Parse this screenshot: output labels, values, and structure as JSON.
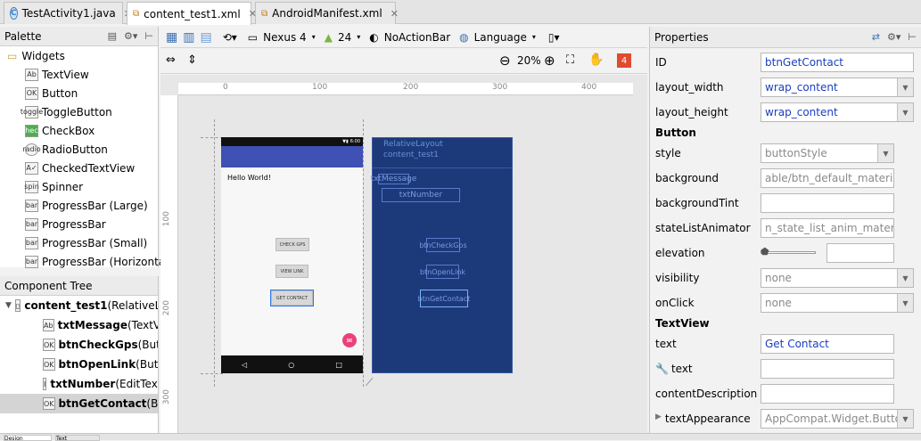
{
  "tabs": [
    {
      "label": "TestActivity1.java",
      "icon": "C",
      "color": "#3b80c8"
    },
    {
      "label": "content_test1.xml",
      "icon": "xml",
      "color": "#c07c22"
    },
    {
      "label": "AndroidManifest.xml",
      "icon": "xml",
      "color": "#c07c22"
    }
  ],
  "palette": {
    "title": "Palette",
    "group": "Widgets",
    "items": [
      {
        "icon": "Ab",
        "label": "TextView"
      },
      {
        "icon": "OK",
        "label": "Button"
      },
      {
        "icon": "toggle",
        "label": "ToggleButton"
      },
      {
        "icon": "check",
        "label": "CheckBox"
      },
      {
        "icon": "radio",
        "label": "RadioButton"
      },
      {
        "icon": "A✓",
        "label": "CheckedTextView"
      },
      {
        "icon": "spin",
        "label": "Spinner"
      },
      {
        "icon": "bar",
        "label": "ProgressBar (Large)"
      },
      {
        "icon": "bar",
        "label": "ProgressBar"
      },
      {
        "icon": "bar",
        "label": "ProgressBar (Small)"
      },
      {
        "icon": "bar",
        "label": "ProgressBar (Horizontal)"
      }
    ]
  },
  "tree": {
    "title": "Component Tree",
    "root": {
      "bold": "content_test1",
      "rest": " (RelativeL"
    },
    "items": [
      {
        "icon": "Ab",
        "bold": "txtMessage",
        "rest": " (TextVie"
      },
      {
        "icon": "OK",
        "bold": "btnCheckGps",
        "rest": " (Butto"
      },
      {
        "icon": "OK",
        "bold": "btnOpenLink",
        "rest": " (Butto"
      },
      {
        "icon": "I",
        "bold": "txtNumber",
        "rest": " (EditText"
      },
      {
        "icon": "OK",
        "bold": "btnGetContact",
        "rest": " (Butt"
      }
    ]
  },
  "toolbar": {
    "device": "Nexus 4",
    "api": "24",
    "theme": "NoActionBar",
    "language": "Language",
    "zoom": "20%"
  },
  "badge": "4",
  "ruler": {
    "h": [
      "0",
      "100",
      "200",
      "300",
      "400"
    ],
    "v": [
      "100",
      "200",
      "300"
    ]
  },
  "phone": {
    "hello": "Hello World!",
    "time": "6:00",
    "btn1": "CHECK GPS",
    "btn2": "VIEW LINK",
    "btn3": "GET CONTACT"
  },
  "blueprint": {
    "layout": "RelativeLayout",
    "name": "content_test1",
    "txtMessage": "txtMessage",
    "txtNumber": "txtNumber",
    "b1": "btnCheckGps",
    "b2": "btnOpenLink",
    "b3": "btnGetContact"
  },
  "properties": {
    "title": "Properties",
    "id_label": "ID",
    "id": "btnGetContact",
    "lw_label": "layout_width",
    "lw": "wrap_content",
    "lh_label": "layout_height",
    "lh": "wrap_content",
    "sec_button": "Button",
    "style_label": "style",
    "style": "buttonStyle",
    "bg_label": "background",
    "bg": "able/btn_default_material",
    "tint_label": "backgroundTint",
    "tint": "",
    "sla_label": "stateListAnimator",
    "sla": "n_state_list_anim_material",
    "elev_label": "elevation",
    "elev": "",
    "vis_label": "visibility",
    "vis": "none",
    "click_label": "onClick",
    "click": "none",
    "sec_text": "TextView",
    "text_label": "text",
    "text": "Get Contact",
    "ttext_label": "text",
    "ttext": "",
    "cd_label": "contentDescription",
    "cd": "",
    "ta_label": "textAppearance",
    "ta": "AppCompat.Widget.Button"
  },
  "bottom": {
    "t1": "Design",
    "t2": "Text"
  }
}
